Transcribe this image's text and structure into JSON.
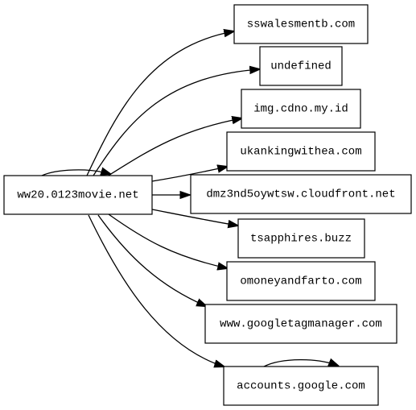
{
  "graph": {
    "source": "ww20.0123movie.net",
    "targets": [
      "sswalesmentb.com",
      "undefined",
      "img.cdno.my.id",
      "ukankingwithea.com",
      "dmz3nd5oywtsw.cloudfront.net",
      "tsapphires.buzz",
      "omoneyandfarto.com",
      "www.googletagmanager.com",
      "accounts.google.com"
    ],
    "self_loops": [
      "ww20.0123movie.net",
      "accounts.google.com"
    ],
    "colors": {
      "stroke": "#000000",
      "fill": "#ffffff",
      "text": "#000000"
    }
  }
}
